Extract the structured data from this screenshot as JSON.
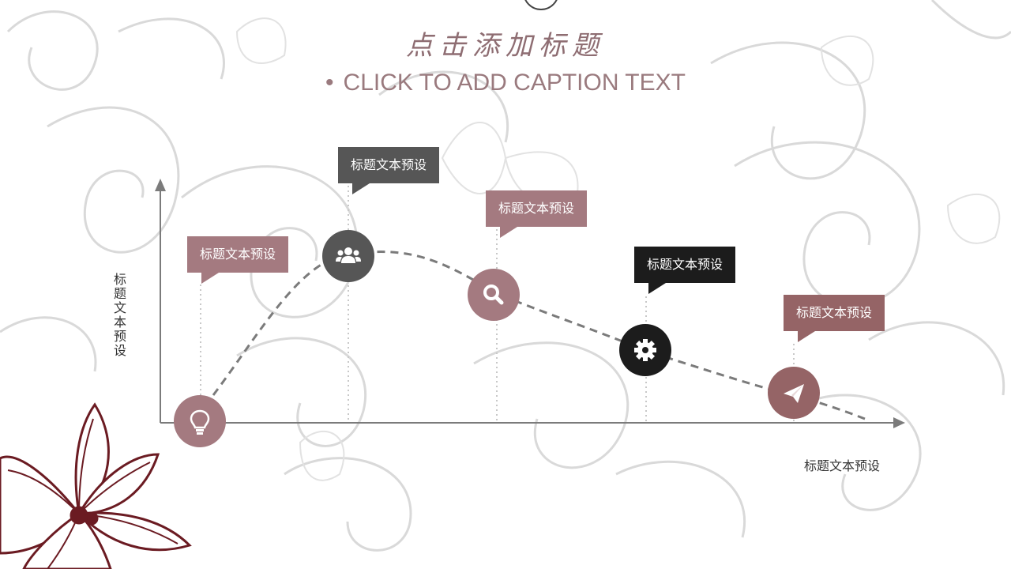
{
  "slide": {
    "title": "点击添加标题",
    "caption": "CLICK TO ADD CAPTION TEXT",
    "caption_bullet": "•"
  },
  "axes": {
    "y_label": "标题文本预设",
    "x_label": "标题文本预设"
  },
  "colors": {
    "rose": "#a47a80",
    "dark_gray": "#565656",
    "black": "#1c1c1c",
    "mauve": "#956466",
    "axis": "#7b7b7b",
    "flower": "#6b1b22"
  },
  "callouts": [
    {
      "label": "标题文本预设",
      "color": "#a47a80"
    },
    {
      "label": "标题文本预设",
      "color": "#565656"
    },
    {
      "label": "标题文本预设",
      "color": "#a47a80"
    },
    {
      "label": "标题文本预设",
      "color": "#1c1c1c"
    },
    {
      "label": "标题文本预设",
      "color": "#956466"
    }
  ],
  "nodes": [
    {
      "icon": "lightbulb-icon",
      "color": "#a47a80"
    },
    {
      "icon": "users-icon",
      "color": "#565656"
    },
    {
      "icon": "search-icon",
      "color": "#a47a80"
    },
    {
      "icon": "gear-icon",
      "color": "#1c1c1c"
    },
    {
      "icon": "paper-plane-icon",
      "color": "#956466"
    }
  ]
}
